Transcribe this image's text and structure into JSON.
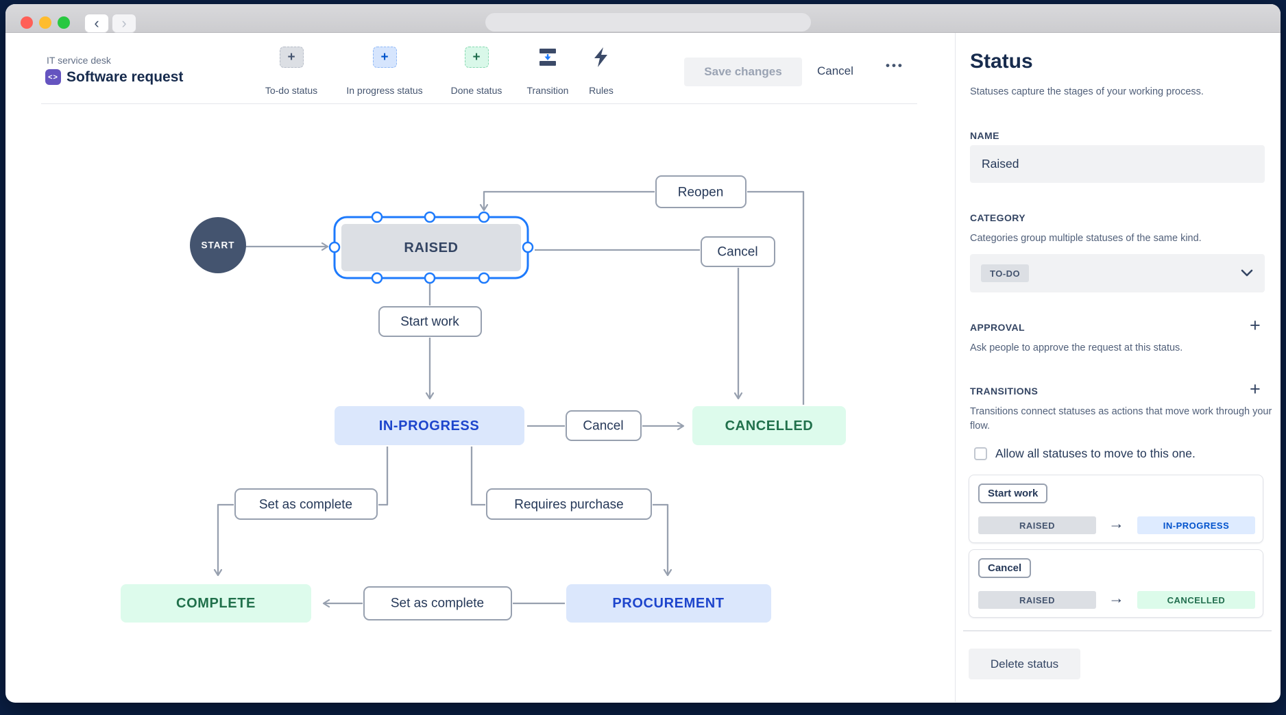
{
  "icons": {
    "back": "‹",
    "forward": "›",
    "plus": "+",
    "more": "•••",
    "arrow_right": "→",
    "code": "<>"
  },
  "header": {
    "breadcrumb": "IT service desk",
    "title": "Software request",
    "tools": [
      {
        "label": "To-do status"
      },
      {
        "label": "In progress status"
      },
      {
        "label": "Done status"
      },
      {
        "label": "Transition"
      },
      {
        "label": "Rules"
      }
    ],
    "save_button": "Save changes",
    "cancel_button": "Cancel"
  },
  "diagram": {
    "start": "START",
    "nodes": {
      "raised": "RAISED",
      "in_progress": "IN-PROGRESS",
      "cancelled": "CANCELLED",
      "complete": "COMPLETE",
      "procurement": "PROCUREMENT"
    },
    "transitions": {
      "reopen": "Reopen",
      "cancel_top": "Cancel",
      "start_work": "Start work",
      "cancel_mid": "Cancel",
      "set_complete_left": "Set as complete",
      "requires_purchase": "Requires purchase",
      "set_complete_bottom": "Set as complete"
    }
  },
  "sidebar": {
    "title": "Status",
    "subtitle": "Statuses capture the stages of your working process.",
    "name_label": "NAME",
    "name_value": "Raised",
    "category_label": "CATEGORY",
    "category_desc": "Categories group multiple statuses of the same kind.",
    "category_value": "TO-DO",
    "approval_label": "APPROVAL",
    "approval_desc": "Ask people to approve the request at this status.",
    "transitions_label": "TRANSITIONS",
    "transitions_desc": "Transitions connect statuses as actions that move work through your flow.",
    "allow_all_label": "Allow all statuses to move to this one.",
    "cards": [
      {
        "action": "Start work",
        "from": "RAISED",
        "to": "IN-PROGRESS"
      },
      {
        "action": "Cancel",
        "from": "RAISED",
        "to": "CANCELLED"
      }
    ],
    "delete_button": "Delete status"
  },
  "colors": {
    "selection_blue": "#1d7afc",
    "edge_gray": "#97a0af",
    "todo_fill": "#dcdfe4",
    "todo_text": "#344563",
    "inprogress_fill": "#dbe7fc",
    "inprogress_text": "#1d45cc",
    "done_fill": "#ddfbec",
    "done_text": "#20704b",
    "start_fill": "#44546f",
    "window_bg": "#0a1f44"
  }
}
